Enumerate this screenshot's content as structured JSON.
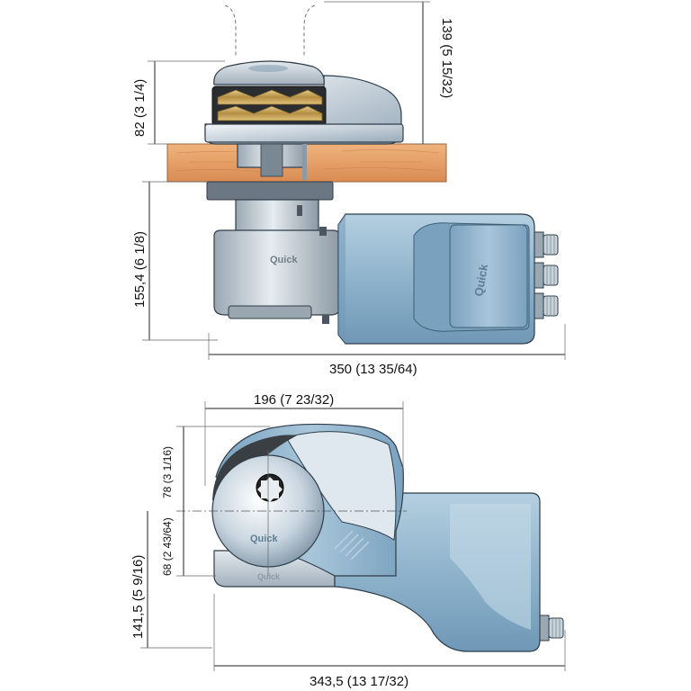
{
  "brand": "Quick",
  "dimensions": {
    "top_height": "139 (5 15/32)",
    "drum_height": "82 (3 1/4)",
    "below_deck_height": "155,4 (6 1/8)",
    "side_length": "350 (13 35/64)",
    "plan_width": "196 (7 23/32)",
    "upper_offset": "78 (3 1/16)",
    "lower_offset": "68 (2 43/64)",
    "plan_depth": "141,5 (5 9/16)",
    "plan_length": "343,5 (13 17/32)"
  },
  "colors": {
    "motor_blue": "#8fb3cc",
    "motor_dark": "#5d87a6",
    "deck_wood": "#e8a36a",
    "steel": "#c9d3da",
    "brass": "#c9a55a"
  }
}
